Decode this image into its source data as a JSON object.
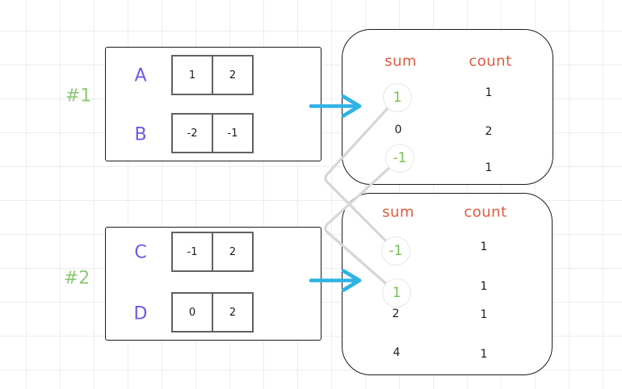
{
  "examples": [
    {
      "id": "#1",
      "rows": [
        {
          "label": "A",
          "cells": [
            "1",
            "2"
          ]
        },
        {
          "label": "B",
          "cells": [
            "-2",
            "-1"
          ]
        }
      ],
      "table": {
        "sum_header": "sum",
        "count_header": "count",
        "rows": [
          {
            "sum": "1",
            "count": "1",
            "highlight": true
          },
          {
            "sum": "0",
            "count": "2",
            "highlight": false
          },
          {
            "sum": "-1",
            "count": "1",
            "highlight": true
          }
        ]
      }
    },
    {
      "id": "#2",
      "rows": [
        {
          "label": "C",
          "cells": [
            "-1",
            "2"
          ]
        },
        {
          "label": "D",
          "cells": [
            "0",
            "2"
          ]
        }
      ],
      "table": {
        "sum_header": "sum",
        "count_header": "count",
        "rows": [
          {
            "sum": "-1",
            "count": "1",
            "highlight": true
          },
          {
            "sum": "1",
            "count": "1",
            "highlight": true
          },
          {
            "sum": "2",
            "count": "1",
            "highlight": false
          },
          {
            "sum": "4",
            "count": "1",
            "highlight": false
          }
        ]
      }
    }
  ],
  "connections": [
    {
      "from": "example1-sum-1",
      "to": "example2-sum--1"
    },
    {
      "from": "example1-sum--1",
      "to": "example2-sum-1"
    }
  ],
  "colors": {
    "label_purple": "#7257e0",
    "example_green": "#77bd53",
    "header_orange": "#e05a3f",
    "arrow_cyan": "#2eb2e4",
    "connector_gray": "#d6d6d6",
    "cell_border_gray": "#616161"
  }
}
